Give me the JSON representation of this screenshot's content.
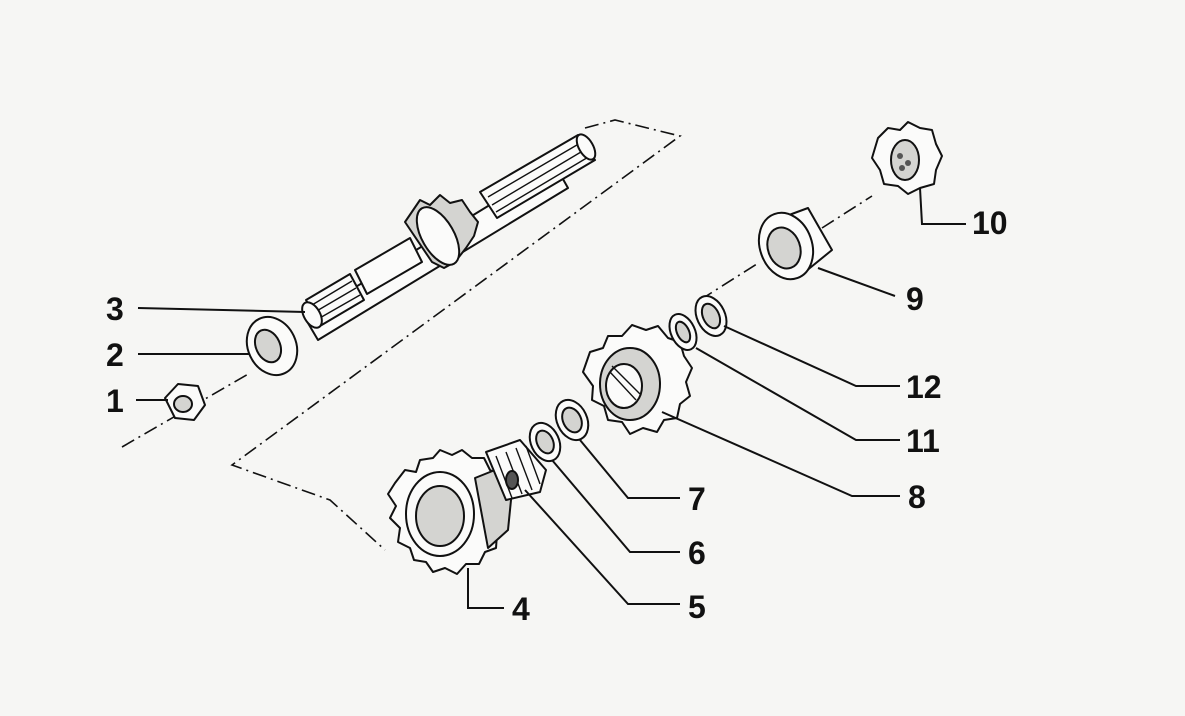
{
  "callouts": [
    {
      "id": "1",
      "label": "1"
    },
    {
      "id": "2",
      "label": "2"
    },
    {
      "id": "3",
      "label": "3"
    },
    {
      "id": "4",
      "label": "4"
    },
    {
      "id": "5",
      "label": "5"
    },
    {
      "id": "6",
      "label": "6"
    },
    {
      "id": "7",
      "label": "7"
    },
    {
      "id": "8",
      "label": "8"
    },
    {
      "id": "9",
      "label": "9"
    },
    {
      "id": "10",
      "label": "10"
    },
    {
      "id": "11",
      "label": "11"
    },
    {
      "id": "12",
      "label": "12"
    }
  ],
  "colors": {
    "ink": "#111111",
    "paper": "#f6f6f4"
  }
}
